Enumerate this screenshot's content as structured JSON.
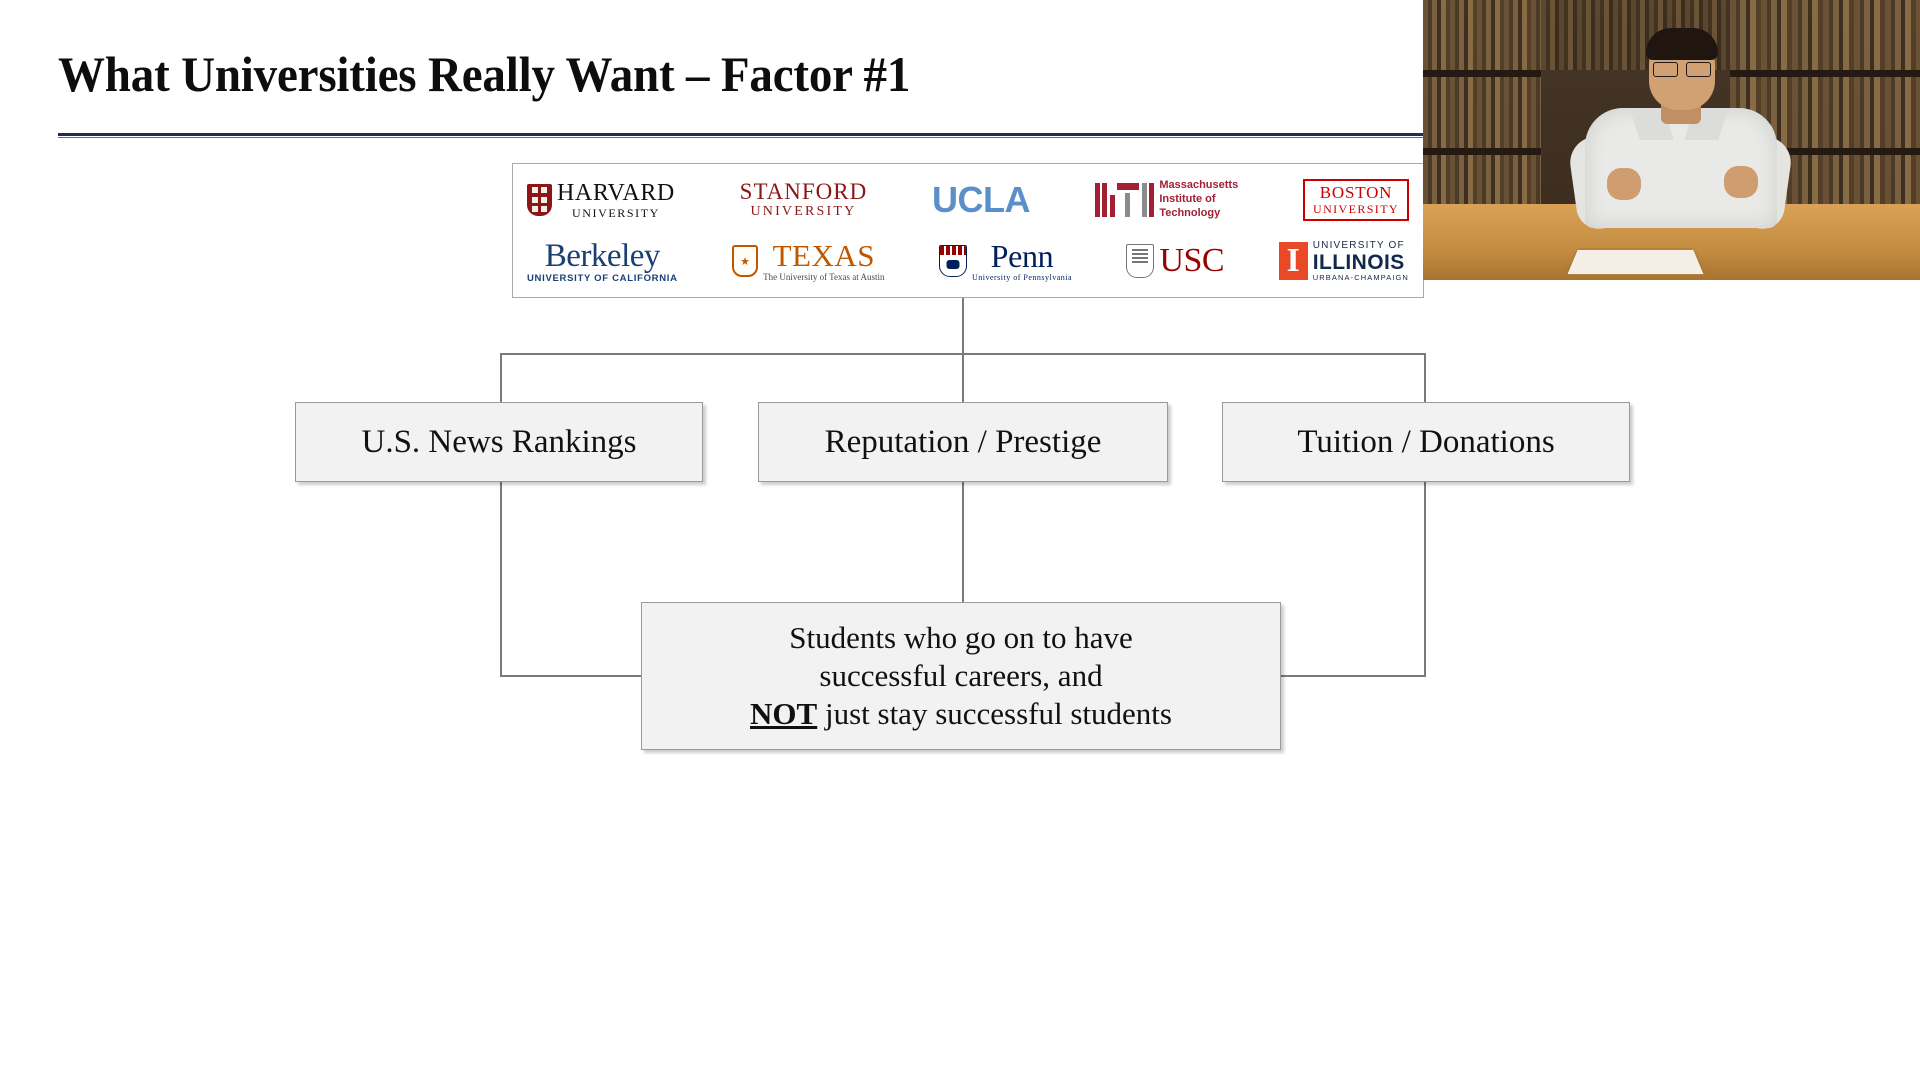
{
  "slide": {
    "title": "What Universities Really Want – Factor #1",
    "accent_color": "#1f2d52",
    "background_color": "#ffffff"
  },
  "logo_banner": {
    "name": "university-logos-banner",
    "rows": [
      [
        {
          "id": "harvard",
          "main": "HARVARD",
          "sub": "UNIVERSITY",
          "color": "#8c1515"
        },
        {
          "id": "stanford",
          "main": "STANFORD",
          "sub": "UNIVERSITY",
          "color": "#8c1515"
        },
        {
          "id": "ucla",
          "main": "UCLA",
          "sub": "",
          "color": "#5b8fc9"
        },
        {
          "id": "mit",
          "main": "MIT",
          "sub": "Massachusetts Institute of Technology",
          "color": "#a31f34",
          "words": [
            "Massachusetts",
            "Institute of",
            "Technology"
          ]
        },
        {
          "id": "boston-university",
          "main": "BOSTON",
          "sub": "UNIVERSITY",
          "color": "#cc0000"
        }
      ],
      [
        {
          "id": "berkeley",
          "main": "Berkeley",
          "sub": "UNIVERSITY OF CALIFORNIA",
          "color": "#1b3f74"
        },
        {
          "id": "texas",
          "main": "TEXAS",
          "sub": "The University of Texas at Austin",
          "color": "#bf5700"
        },
        {
          "id": "penn",
          "main": "Penn",
          "sub": "University of Pennsylvania",
          "color": "#011f5b"
        },
        {
          "id": "usc",
          "main": "USC",
          "sub": "",
          "color": "#990000"
        },
        {
          "id": "illinois",
          "main": "ILLINOIS",
          "sub": "URBANA-CHAMPAIGN",
          "pre": "UNIVERSITY OF",
          "mark": "I",
          "color": "#13294b"
        }
      ]
    ]
  },
  "flowchart": {
    "boxes": [
      {
        "id": "rankings",
        "label": "U.S. News Rankings"
      },
      {
        "id": "reputation",
        "label": "Reputation / Prestige"
      },
      {
        "id": "tuition",
        "label": "Tuition / Donations"
      }
    ],
    "outcome": {
      "line1": "Students who go on to have",
      "line2": "successful careers, and",
      "line3_emphasis": "NOT",
      "line3_rest": " just stay successful students"
    }
  },
  "video_overlay": {
    "name": "presenter-webcam-feed",
    "description": "presenter seated at desk in library"
  }
}
